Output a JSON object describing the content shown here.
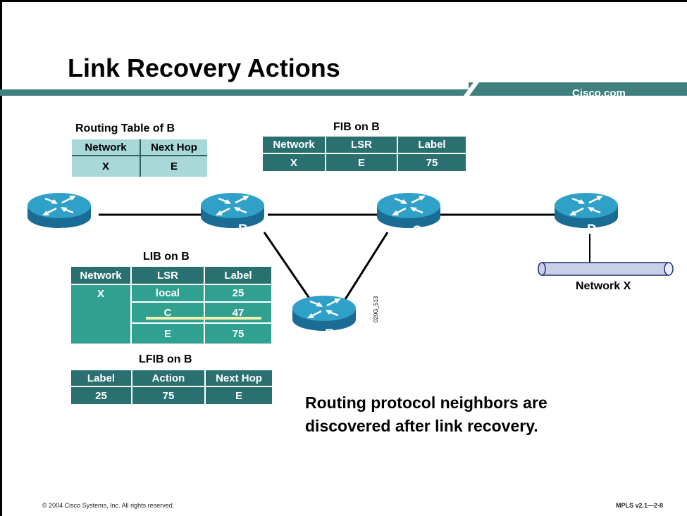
{
  "slide": {
    "title": "Link Recovery Actions",
    "brand": "Cisco.com",
    "message_line1": "Routing protocol neighbors are",
    "message_line2": "discovered after link recovery.",
    "copyright": "© 2004 Cisco Systems, Inc. All rights reserved.",
    "course_code": "MPLS v2.1—2-8",
    "figure_code": "020G_513"
  },
  "routing_table": {
    "title": "Routing Table of B",
    "headers": [
      "Network",
      "Next Hop"
    ],
    "row": [
      "X",
      "E"
    ]
  },
  "fib": {
    "title": "FIB on B",
    "headers": [
      "Network",
      "LSR",
      "Label"
    ],
    "row": [
      "X",
      "E",
      "75"
    ]
  },
  "lib": {
    "title": "LIB on B",
    "headers": [
      "Network",
      "LSR",
      "Label"
    ],
    "network": "X",
    "rows": [
      {
        "lsr": "local",
        "label": "25"
      },
      {
        "lsr": "C",
        "label": "47",
        "struck": true
      },
      {
        "lsr": "E",
        "label": "75"
      }
    ]
  },
  "lfib": {
    "title": "LFIB on B",
    "headers": [
      "Label",
      "Action",
      "Next Hop"
    ],
    "row": [
      "25",
      "75",
      "E"
    ]
  },
  "routers": [
    {
      "id": "A",
      "label": "A"
    },
    {
      "id": "B",
      "label": "B"
    },
    {
      "id": "C",
      "label": "C"
    },
    {
      "id": "D",
      "label": "D"
    },
    {
      "id": "E",
      "label": "E"
    }
  ],
  "network": {
    "label": "Network X"
  },
  "colors": {
    "teal": "#2a7070",
    "teal_light": "#a8d8d8",
    "router_body": "#2fa0c8",
    "strike_line": "#f0f0b0"
  }
}
